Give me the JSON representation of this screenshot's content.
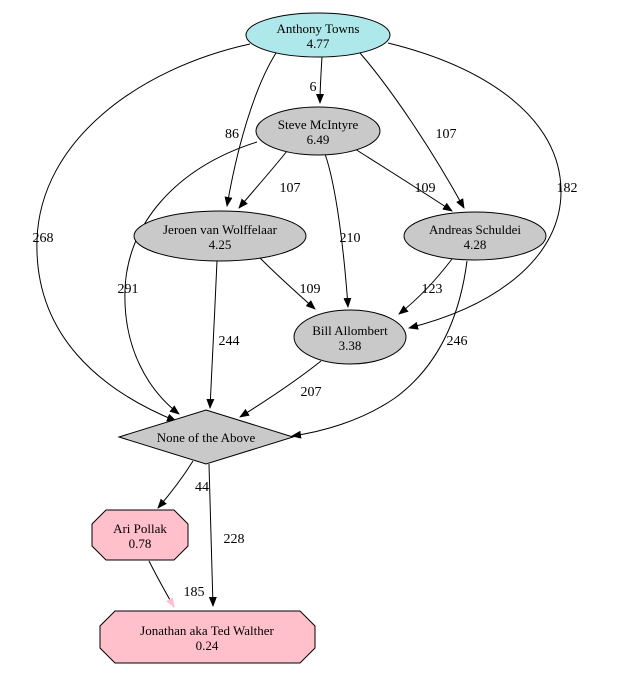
{
  "graph": {
    "nodes": {
      "anthony": {
        "label": "Anthony Towns",
        "score": "4.77"
      },
      "steve": {
        "label": "Steve McIntyre",
        "score": "6.49"
      },
      "jeroen": {
        "label": "Jeroen van Wolffelaar",
        "score": "4.25"
      },
      "andreas": {
        "label": "Andreas Schuldei",
        "score": "4.28"
      },
      "bill": {
        "label": "Bill Allombert",
        "score": "3.38"
      },
      "none": {
        "label": "None of the Above"
      },
      "ari": {
        "label": "Ari Pollak",
        "score": "0.78"
      },
      "jonathan": {
        "label": "Jonathan aka Ted Walther",
        "score": "0.24"
      }
    },
    "edges": {
      "anthony_steve": "6",
      "anthony_jeroen": "86",
      "anthony_andreas": "107",
      "anthony_bill": "182",
      "anthony_none": "268",
      "steve_jeroen": "107",
      "steve_andreas": "109",
      "steve_bill": "210",
      "steve_none": "291",
      "jeroen_bill": "109",
      "jeroen_none": "244",
      "andreas_bill": "123",
      "andreas_none": "246",
      "bill_none": "207",
      "none_ari": "44",
      "none_jonathan": "228",
      "ari_jonathan": "185"
    },
    "colors": {
      "winner_fill": "#aee8ea",
      "node_fill": "#c9c9c9",
      "eliminated_fill": "#ffc0cb",
      "outline": "#000000",
      "none_text": "#ff0000"
    }
  }
}
